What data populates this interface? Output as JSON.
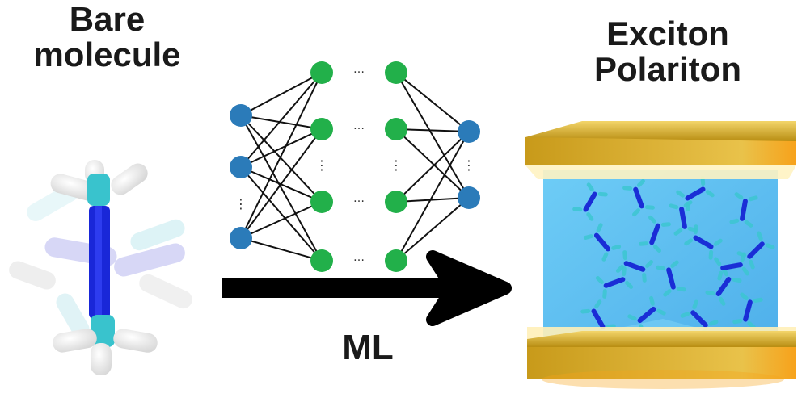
{
  "titles": {
    "bare_line1": "Bare",
    "bare_line2": "molecule",
    "polariton_line1": "Exciton",
    "polariton_line2": "Polariton"
  },
  "arrow": {
    "label": "ML"
  },
  "network": {
    "ellipsis": "…",
    "vertical_ellipsis": "⋮",
    "layers": [
      {
        "kind": "input",
        "color": "#2b7bb9"
      },
      {
        "kind": "hidden",
        "color": "#22b04a"
      },
      {
        "kind": "hidden",
        "color": "#22b04a"
      },
      {
        "kind": "output",
        "color": "#2b7bb9"
      }
    ]
  },
  "colors": {
    "mirror_gold": "#d9b32e",
    "cavity_blue": "#48b8f0",
    "molecule_cyan": "#3cc6d0",
    "molecule_blue": "#1a2dd6"
  }
}
